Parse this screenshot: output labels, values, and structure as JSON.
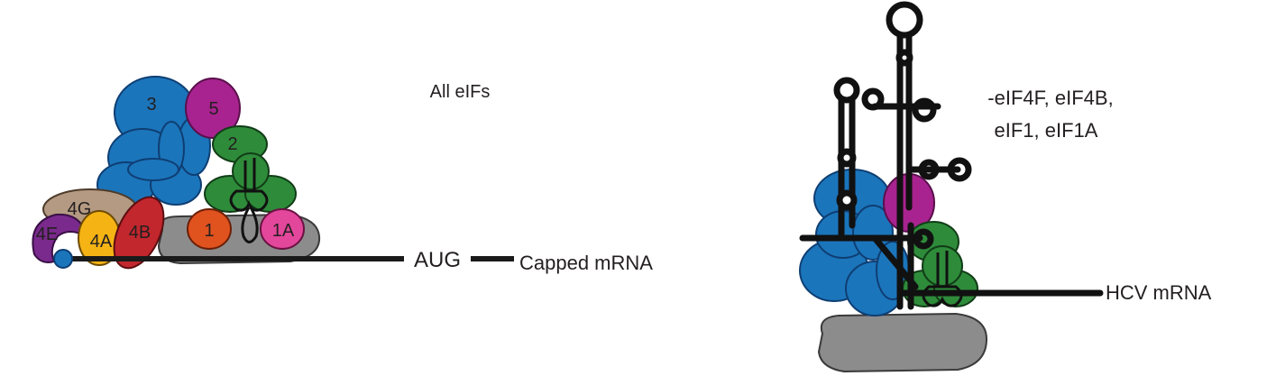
{
  "left_panel": {
    "condition_label": "All eIFs",
    "start_codon_label": "AUG",
    "mrna_label": "Capped mRNA",
    "factors": {
      "eif3": "3",
      "eif5": "5",
      "eif2": "2",
      "eif4g": "4G",
      "eif4e": "4E",
      "eif4a": "4A",
      "eif4b": "4B",
      "eif1": "1",
      "eif1a": "1A"
    }
  },
  "right_panel": {
    "condition_line1": "-eIF4F, eIF4B,",
    "condition_line2": "eIF1, eIF1A",
    "mrna_label": "HCV mRNA"
  },
  "colors": {
    "eif3_blue": "#1b75bb",
    "eif5_magenta": "#a8238f",
    "eif2_green": "#2e8b3a",
    "eif4g_tan": "#b49a82",
    "eif4e_purple": "#7a2a8c",
    "eif4a_yellow": "#f6b414",
    "eif4b_red": "#c1272d",
    "eif1_orange": "#e0521e",
    "eif1a_pink": "#e3479b",
    "ribosome_gray": "#8c8c8c",
    "rna_black": "#1a1a1a"
  }
}
